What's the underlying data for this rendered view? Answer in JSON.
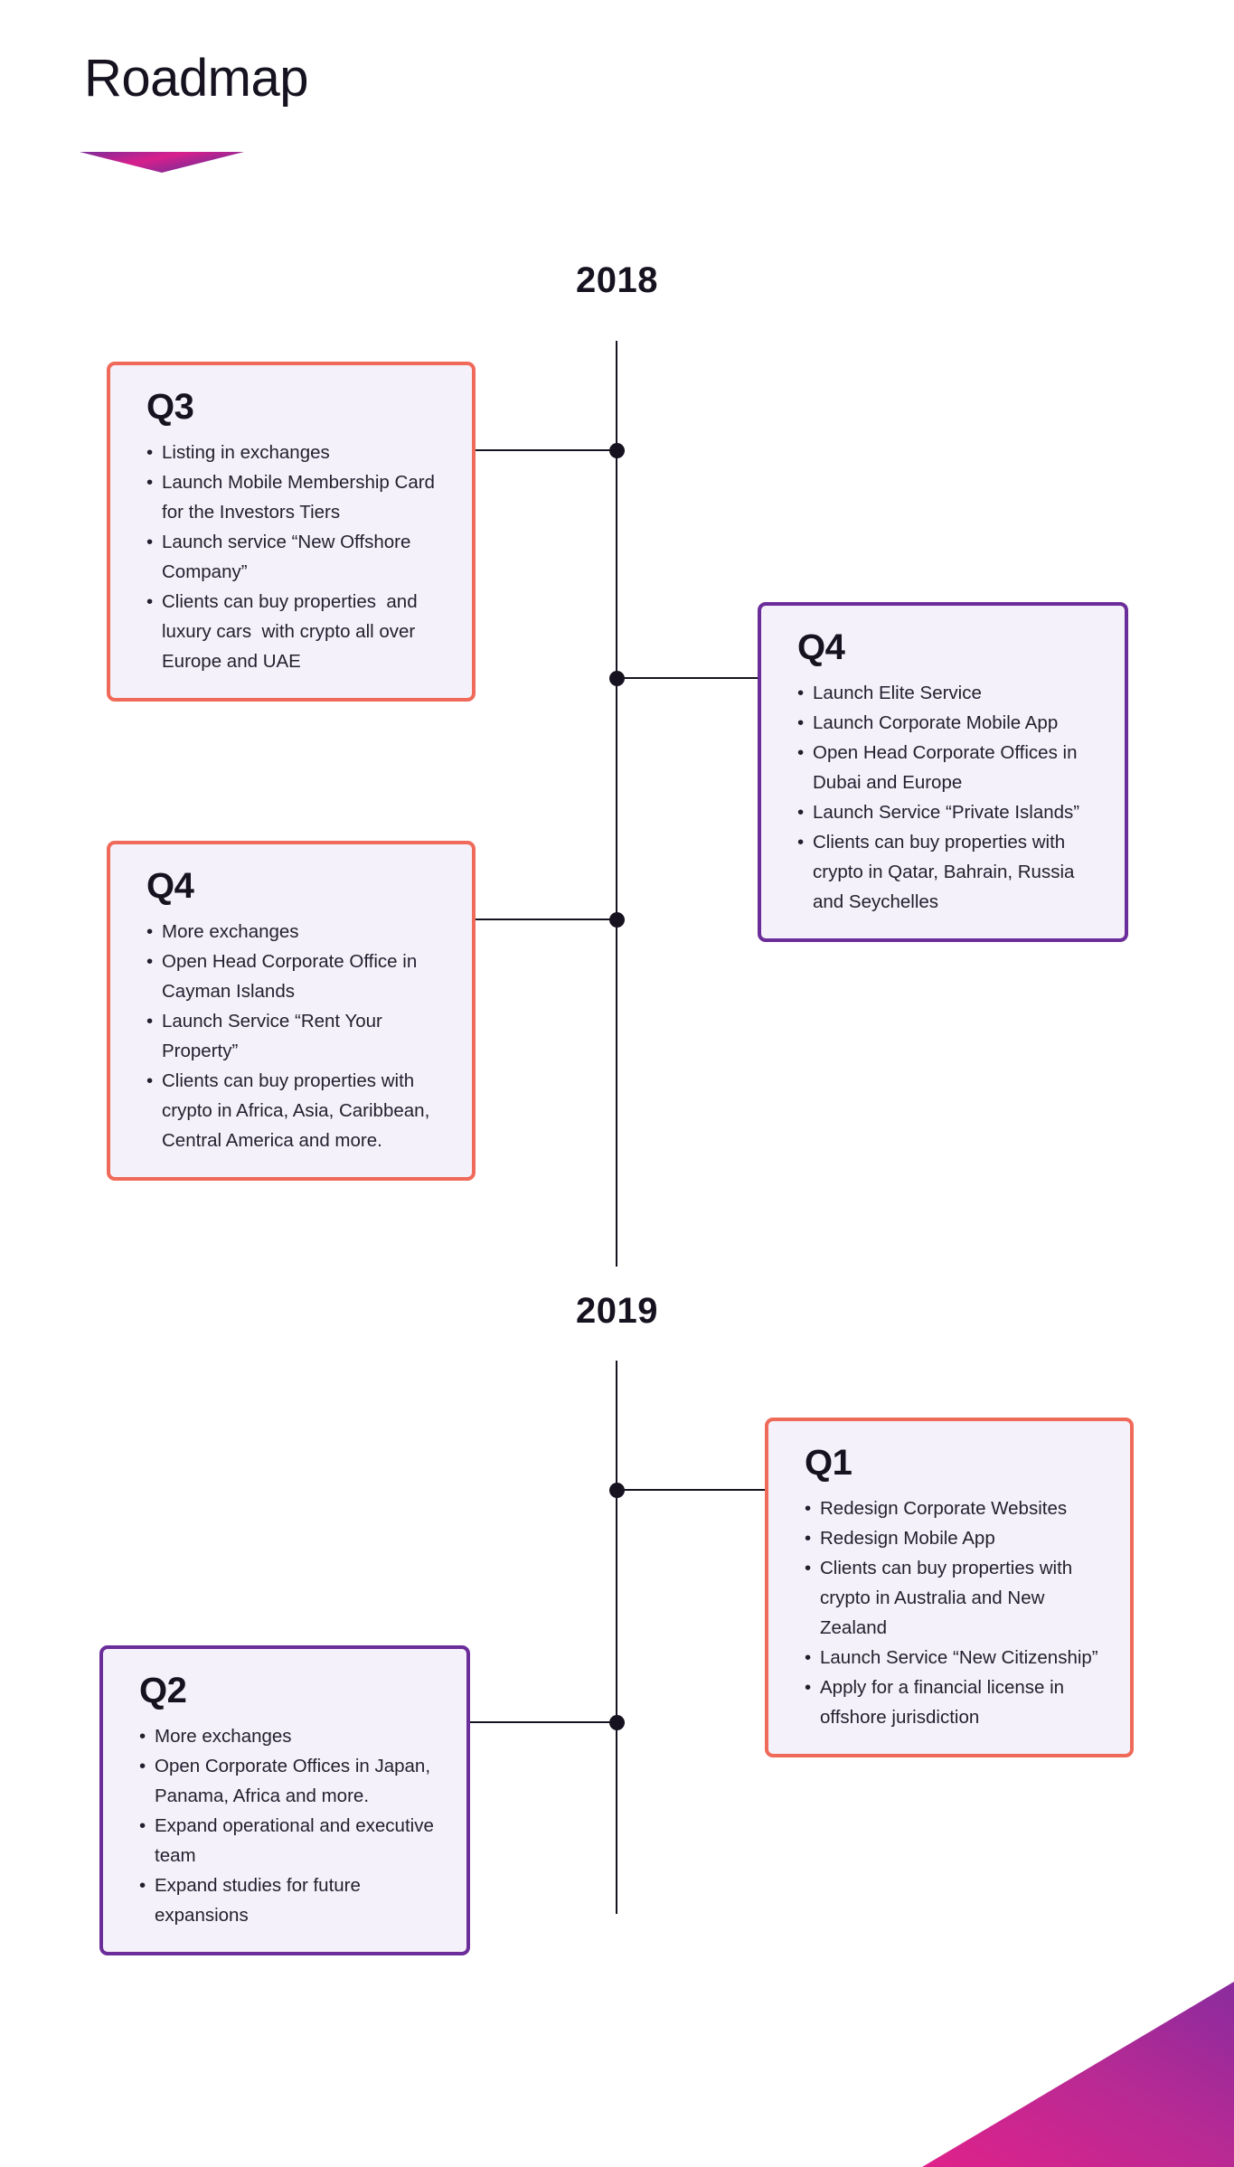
{
  "page": {
    "title": "Roadmap",
    "background_color": "#ffffff",
    "text_color": "#16121f"
  },
  "theme": {
    "card_background": "#f4f1fa",
    "border_coral": "#f06a5a",
    "border_purple": "#6b2d99",
    "timeline_color": "#16121f",
    "flourish_gradient_from": "#6b2d99",
    "flourish_gradient_to": "#e0218a",
    "corner_gradient_from": "#e0218a",
    "corner_gradient_to": "#8e2b9b"
  },
  "timeline": {
    "years": [
      {
        "label": "2018"
      },
      {
        "label": "2019"
      }
    ]
  },
  "cards": [
    {
      "id": "q3-2018",
      "title": "Q3",
      "accent": "coral",
      "side": "left",
      "year": "2018",
      "items": [
        "Listing in exchanges",
        "Launch Mobile Membership Card for the Investors Tiers",
        "Launch service “New Offshore Company”",
        "Clients can buy properties  and luxury cars  with crypto all over Europe and UAE"
      ]
    },
    {
      "id": "q4-right-2018",
      "title": "Q4",
      "accent": "purple",
      "side": "right",
      "year": "2018",
      "items": [
        "Launch Elite Service",
        "Launch Corporate Mobile App",
        "Open Head Corporate Offices in Dubai and Europe",
        "Launch Service “Private Islands”",
        "Clients can buy properties with crypto in Qatar, Bahrain, Russia and Seychelles"
      ]
    },
    {
      "id": "q4-left-2018",
      "title": "Q4",
      "accent": "coral",
      "side": "left",
      "year": "2018",
      "items": [
        "More exchanges",
        "Open Head Corporate Office in Cayman Islands",
        "Launch Service “Rent Your  Property”",
        "Clients can buy properties with crypto in Africa, Asia, Caribbean, Central America and more."
      ]
    },
    {
      "id": "q1-2019",
      "title": "Q1",
      "accent": "coral",
      "side": "right",
      "year": "2019",
      "items": [
        "Redesign Corporate Websites",
        "Redesign Mobile App",
        "Clients can buy properties with crypto in Australia and New Zealand",
        "Launch Service “New Citizenship”",
        "Apply for a financial license in offshore jurisdiction"
      ]
    },
    {
      "id": "q2-2019",
      "title": "Q2",
      "accent": "purple",
      "side": "left",
      "year": "2019",
      "items": [
        "More exchanges",
        "Open Corporate Offices in Japan, Panama, Africa and more.",
        "Expand operational and executive  team",
        "Expand studies for future expansions"
      ]
    }
  ],
  "decorations": [
    {
      "name": "title-flourish-chevron"
    },
    {
      "name": "bottom-right-gradient-triangle"
    }
  ]
}
